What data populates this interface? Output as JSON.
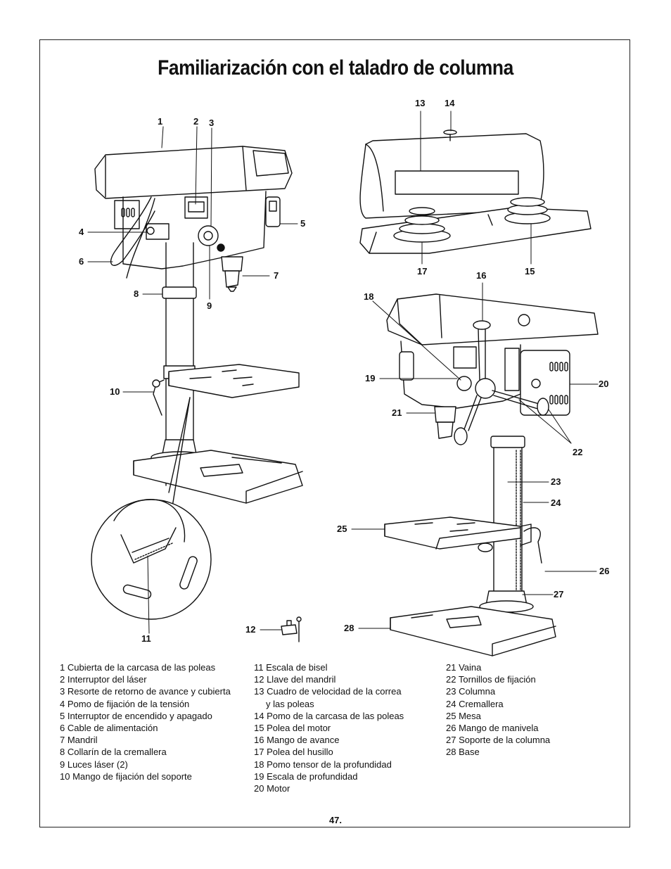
{
  "title": "Familiarización con el taladro de columna",
  "callouts": [
    "1",
    "2",
    "3",
    "4",
    "5",
    "6",
    "7",
    "8",
    "9",
    "10",
    "11",
    "12",
    "13",
    "14",
    "15",
    "16",
    "17",
    "18",
    "19",
    "20",
    "21",
    "22",
    "23",
    "24",
    "25",
    "26",
    "27",
    "28"
  ],
  "legend": {
    "col1": [
      "1 Cubierta de la carcasa de las poleas",
      "2 Interruptor del láser",
      "3 Resorte de retorno de avance y cubierta",
      "4 Pomo de fijación de la tensión",
      "5 Interruptor de encendido y apagado",
      "6 Cable de alimentación",
      "7 Mandril",
      "8 Collarín de la cremallera",
      "9 Luces láser (2)",
      "10 Mango de fijación del soporte"
    ],
    "col2": [
      "11 Escala de bisel",
      "12 Llave del mandril",
      "13 Cuadro de velocidad de la correa",
      "y las poleas",
      "14 Pomo de la carcasa de las poleas",
      "15 Polea del motor",
      "16 Mango de avance",
      "17 Polea del husillo",
      "18 Pomo tensor de la profundidad",
      "19 Escala de profundidad",
      "20 Motor"
    ],
    "col3": [
      "21 Vaina",
      "22 Tornillos de fijación",
      "23 Columna",
      "24 Cremallera",
      "25 Mesa",
      "26 Mango de manivela",
      "27 Soporte de la columna",
      "28 Base"
    ]
  },
  "page_number": "47."
}
